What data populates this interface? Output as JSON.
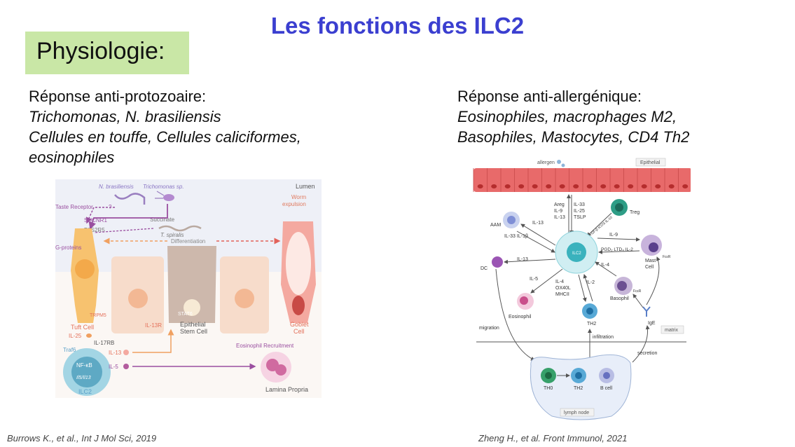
{
  "slide": {
    "title": "Les fonctions des ILC2",
    "section_label": "Physiologie:"
  },
  "left": {
    "heading": "Réponse anti-protozoaire:",
    "lines": [
      "Trichomonas, N. brasiliensis",
      "Cellules en touffe, Cellules caliciformes,",
      "eosinophiles"
    ],
    "citation": "Burrows K., et al., Int J Mol Sci, 2019",
    "figure": {
      "n_brasiliensis": "N. brasiliensis",
      "trichomonas": "Trichomonas sp.",
      "lumen": "Lumen",
      "worm_expulsion_1": "Worm",
      "worm_expulsion_2": "expulsion",
      "taste_receptor": "Taste Receptor",
      "question": "?",
      "sucnr1": "SUCNR1",
      "succinate": "Succinate",
      "tas2r5": "TAS2R5",
      "t_spiralis": "T. spiralis",
      "g_proteins": "G-proteins",
      "differentiation": "Differentiation",
      "trpm5": "TRPM5",
      "stat6": "STAT6",
      "il13r": "IL-13R",
      "epithelial_stem_1": "Epithelial",
      "epithelial_stem_2": "Stem Cell",
      "tuft_cell": "Tuft Cell",
      "goblet_1": "Goblet",
      "goblet_2": "Cell",
      "il25": "IL-25",
      "il17rb": "IL-17RB",
      "traf6": "Traf6",
      "nfkb": "NF-κB",
      "il5_il13": "Il5/Il13",
      "il13": "IL-13",
      "il5": "IL-5",
      "eos_recruitment": "Eosinophil Recruitment",
      "lamina_propria": "Lamina Propria",
      "ilc2": "ILC2"
    }
  },
  "right": {
    "heading": "Réponse anti-allergénique:",
    "lines": [
      "Eosinophiles, macrophages M2,",
      "Basophiles, Mastocytes, CD4 Th2"
    ],
    "citation": "Zheng H., et al. Front Immunol, 2021",
    "figure": {
      "allergen": "allergen",
      "epithelial": "Epithelial",
      "areg": "Areg",
      "il9": "IL-9",
      "il13_a": "IL-13",
      "il33": "IL-33",
      "il25": "IL-25",
      "tslp": "TSLP",
      "treg": "Treg",
      "tgf": "TGF-β ICOS IL-10",
      "aam": "AAM",
      "il13_b": "IL-13",
      "il33_il1b": "IL-33 IL-1β",
      "ilc2": "ILC2",
      "il9_b": "IL-9",
      "pgd2": "PGD₂ LTD₄ IL-2",
      "mast_1": "Mast",
      "mast_2": "Cell",
      "fcer": "FcεR",
      "dc": "DC",
      "il13_c": "IL-13",
      "il4_a": "IL-4",
      "il5": "IL-5",
      "il4_b": "IL-4",
      "ox40l": "OX40L",
      "mhc2": "MHCII",
      "il2": "IL-2",
      "basophil": "Basophil",
      "fcer_b": "FcεR",
      "eosinophil": "Eosinophil",
      "th2_a": "TH2",
      "ige": "IgE",
      "migration": "migration",
      "matrix": "matrix",
      "infiltration": "infiltration",
      "secretion": "secretion",
      "th0": "TH0",
      "th2_b": "TH2",
      "bcell": "B cell",
      "lymph_node": "lymph node"
    }
  }
}
